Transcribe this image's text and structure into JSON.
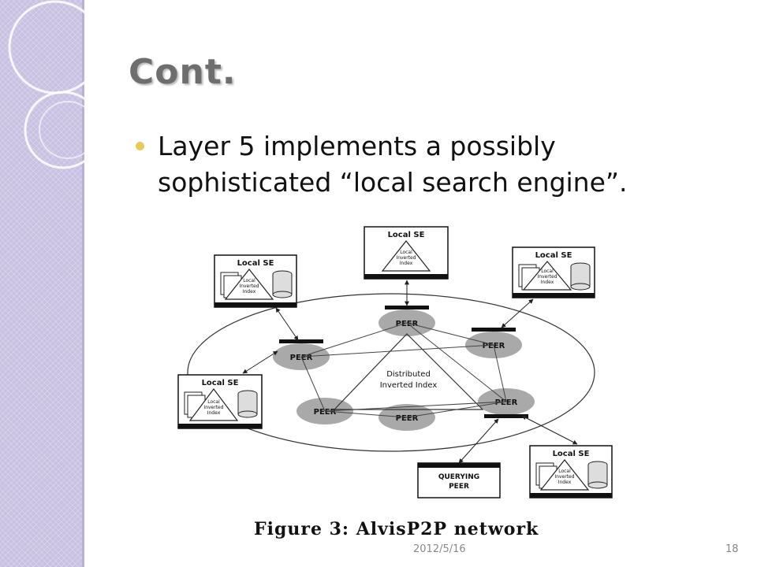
{
  "slide": {
    "title": "Cont.",
    "bullets": [
      {
        "line1": "Layer 5 implements a possibly",
        "line2": "sophisticated “local search engine”."
      }
    ]
  },
  "figure": {
    "caption": "Figure 3:  AlvisP2P network",
    "local_se_label": "Local SE",
    "local_index_lines": [
      "Local",
      "Inverted",
      "Index"
    ],
    "peer_label": "PEER",
    "distributed_label_lines": [
      "Distributed",
      "Inverted Index"
    ],
    "querying_peer_lines": [
      "QUERYING",
      "PEER"
    ]
  },
  "footer": {
    "date": "2012/5/16",
    "page": "18"
  },
  "colors": {
    "sidebar": "#c9c1e2",
    "bullet": "#e8cc5a",
    "title": "#6e6e6e"
  }
}
